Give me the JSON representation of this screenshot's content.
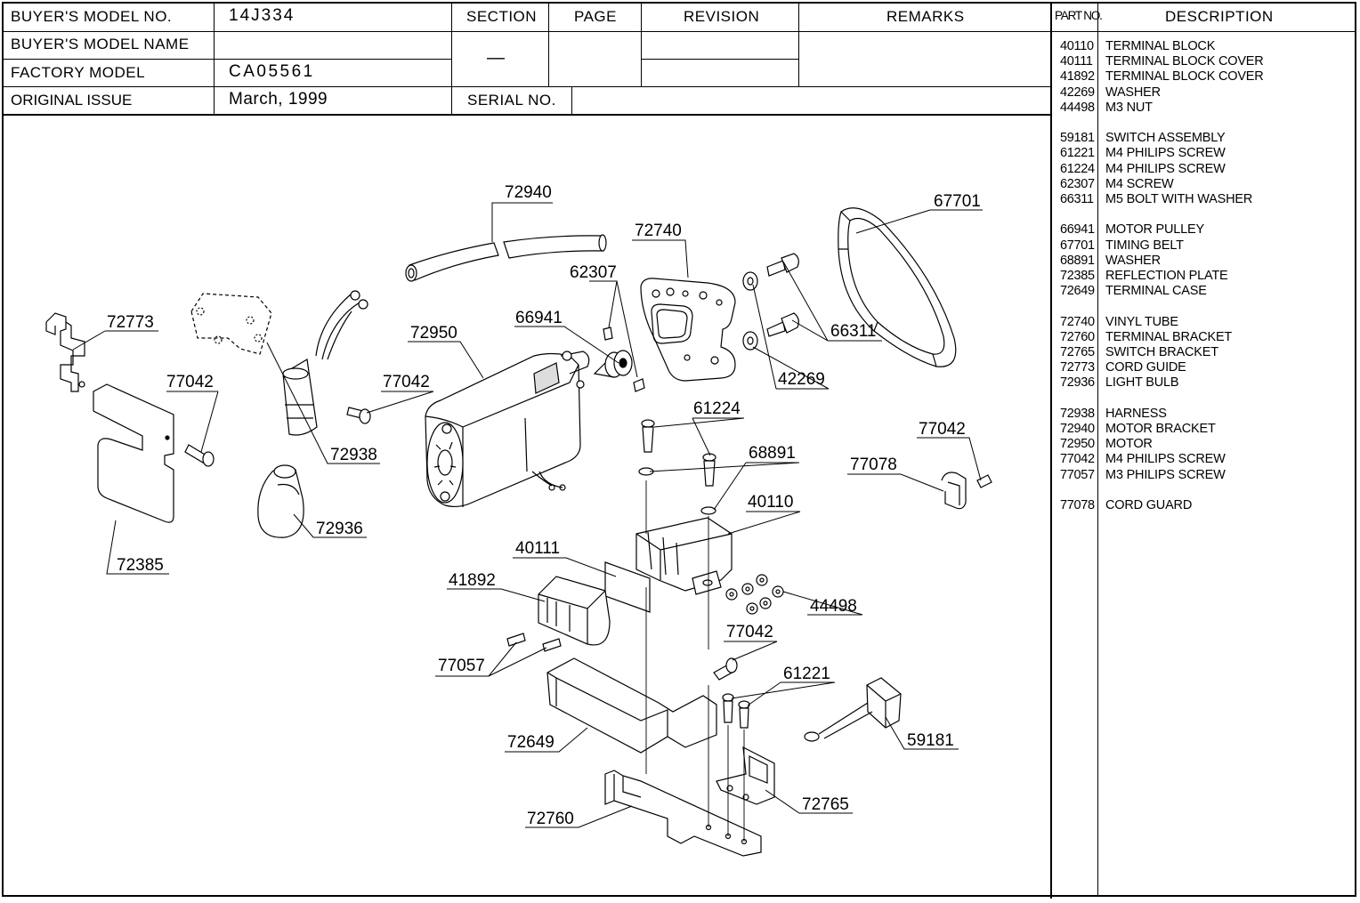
{
  "header": {
    "buyers_model_no_label": "BUYER'S MODEL NO.",
    "buyers_model_no_value": "14J334",
    "buyers_model_name_label": "BUYER'S MODEL NAME",
    "buyers_model_name_value": "",
    "factory_model_label": "FACTORY MODEL",
    "factory_model_value": "CA05561",
    "original_issue_label": "ORIGINAL ISSUE",
    "original_issue_value": "March, 1999",
    "section_label": "SECTION",
    "section_value": "—",
    "page_label": "PAGE",
    "revision_label": "REVISION",
    "remarks_label": "REMARKS",
    "serial_no_label": "SERIAL NO.",
    "serial_no_value": ""
  },
  "parts_list": {
    "part_no_header": "PART NO.",
    "description_header": "DESCRIPTION",
    "groups": [
      [
        {
          "no": "40110",
          "desc": "TERMINAL BLOCK"
        },
        {
          "no": "40111",
          "desc": "TERMINAL BLOCK COVER"
        },
        {
          "no": "41892",
          "desc": "TERMINAL BLOCK COVER"
        },
        {
          "no": "42269",
          "desc": "WASHER"
        },
        {
          "no": "44498",
          "desc": "M3 NUT"
        }
      ],
      [
        {
          "no": "59181",
          "desc": "SWITCH ASSEMBLY"
        },
        {
          "no": "61221",
          "desc": "M4 PHILIPS SCREW"
        },
        {
          "no": "61224",
          "desc": "M4 PHILIPS SCREW"
        },
        {
          "no": "62307",
          "desc": "M4 SCREW"
        },
        {
          "no": "66311",
          "desc": "M5 BOLT WITH WASHER"
        }
      ],
      [
        {
          "no": "66941",
          "desc": "MOTOR PULLEY"
        },
        {
          "no": "67701",
          "desc": "TIMING BELT"
        },
        {
          "no": "68891",
          "desc": "WASHER"
        },
        {
          "no": "72385",
          "desc": "REFLECTION PLATE"
        },
        {
          "no": "72649",
          "desc": "TERMINAL CASE"
        }
      ],
      [
        {
          "no": "72740",
          "desc": "VINYL TUBE"
        },
        {
          "no": "72760",
          "desc": "TERMINAL BRACKET"
        },
        {
          "no": "72765",
          "desc": "SWITCH BRACKET"
        },
        {
          "no": "72773",
          "desc": "CORD GUIDE"
        },
        {
          "no": "72936",
          "desc": "LIGHT BULB"
        }
      ],
      [
        {
          "no": "72938",
          "desc": "HARNESS"
        },
        {
          "no": "72940",
          "desc": "MOTOR BRACKET"
        },
        {
          "no": "72950",
          "desc": "MOTOR"
        },
        {
          "no": "77042",
          "desc": "M4 PHILIPS SCREW"
        },
        {
          "no": "77057",
          "desc": "M3 PHILIPS SCREW"
        }
      ],
      [
        {
          "no": "77078",
          "desc": "CORD GUARD"
        }
      ]
    ]
  },
  "diagram_callouts": [
    "72940",
    "72740",
    "67701",
    "62307",
    "66941",
    "72950",
    "72773",
    "77042",
    "77042",
    "66311",
    "42269",
    "72938",
    "61224",
    "68891",
    "77042",
    "77078",
    "40110",
    "72936",
    "72385",
    "40111",
    "41892",
    "44498",
    "77042",
    "77057",
    "61221",
    "59181",
    "72649",
    "72765",
    "72760"
  ]
}
